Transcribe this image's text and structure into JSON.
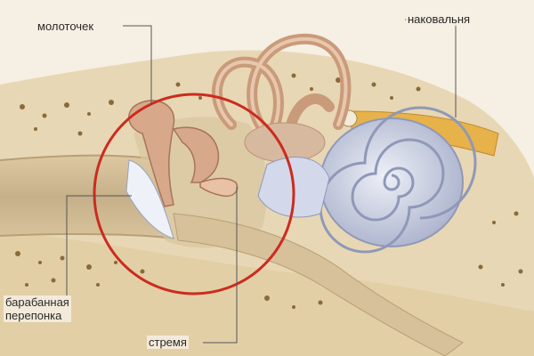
{
  "labels": {
    "malleus": "молоточек",
    "incus": "наковальня",
    "eardrum_line1": "барабанная",
    "eardrum_line2": "перепонка",
    "stapes": "стремя"
  },
  "colors": {
    "bone": "#e8d7b4",
    "bone_dark": "#d7bf92",
    "pore": "#8a6a3a",
    "canal": "#cdb892",
    "cochlea": "#c9d0e4",
    "cochlea_dark": "#8f98b8",
    "ossicle": "#d7a98a",
    "nerve": "#e7b24a",
    "circle": "#cc2b1f",
    "leader": "#555555"
  }
}
